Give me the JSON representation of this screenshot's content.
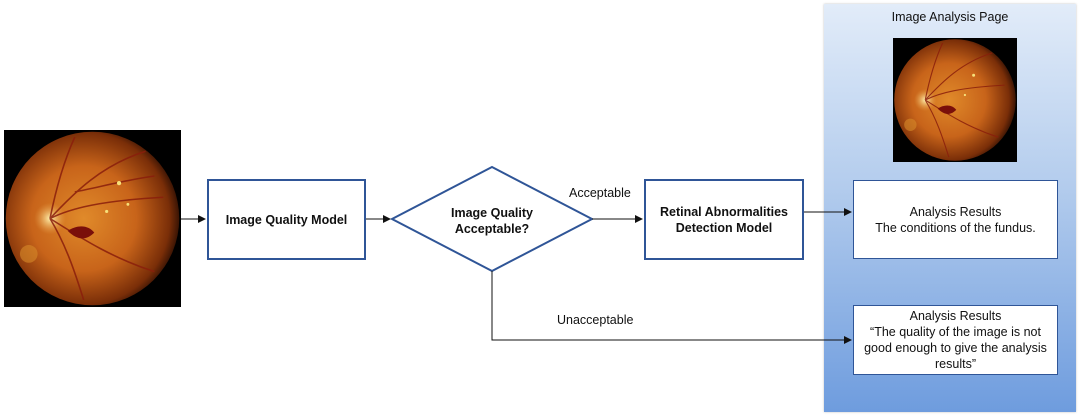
{
  "panel": {
    "title": "Image Analysis Page"
  },
  "nodes": {
    "image_quality_model": "Image Quality Model",
    "decision": [
      "Image Quality",
      "Acceptable?"
    ],
    "retinal_model": [
      "Retinal Abnormalities",
      "Detection Model"
    ]
  },
  "edges": {
    "acceptable": "Acceptable",
    "unacceptable": "Unacceptable"
  },
  "results": {
    "good": [
      "Analysis Results",
      "The conditions of the fundus."
    ],
    "bad": [
      "Analysis Results",
      "“The quality of the image is not",
      "good enough to give the analysis",
      "results”"
    ]
  },
  "colors": {
    "box_border": "#2f5597",
    "panel_top": "#e2ecf9",
    "panel_bottom": "#6e9cde",
    "arrow": "#111111"
  }
}
